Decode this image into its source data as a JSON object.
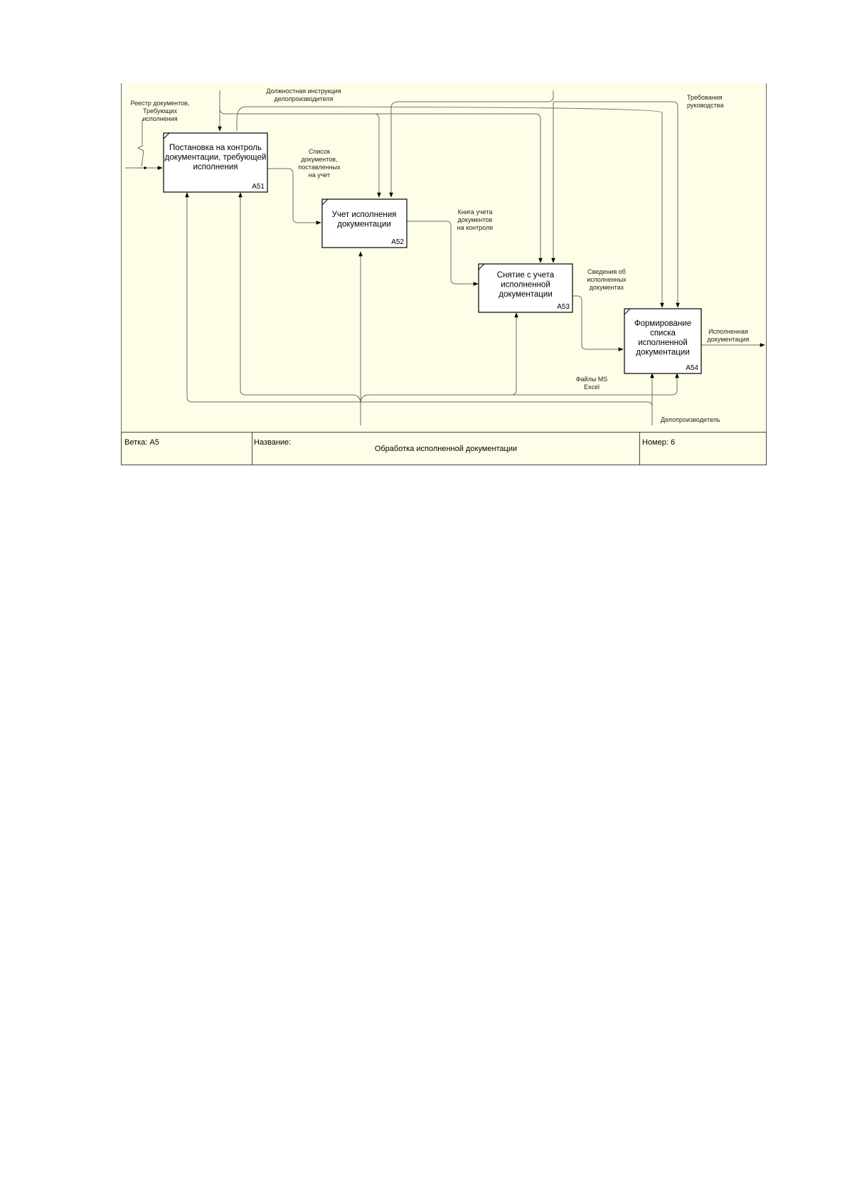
{
  "boxes": [
    {
      "id": "A51",
      "title": [
        "Постановка на контроль",
        "документации, требующей",
        "исполнения"
      ]
    },
    {
      "id": "A52",
      "title": [
        "Учет исполнения",
        "документации"
      ]
    },
    {
      "id": "A53",
      "title": [
        "Снятие с учета",
        "исполненной",
        "документации"
      ]
    },
    {
      "id": "A54",
      "title": [
        "Формирование",
        "списка",
        "исполненной",
        "документации"
      ]
    }
  ],
  "arrows": {
    "input_registry": [
      "Реестр документов,",
      "Требующих",
      "исполнения"
    ],
    "control_instruction": [
      "Должностная инструкция",
      "делопроизводителя"
    ],
    "control_requirements": [
      "Требования",
      "руководства"
    ],
    "list_documents": [
      "Список",
      "документов,",
      "поставленных",
      "на учет"
    ],
    "book": [
      "Книга учета",
      "документов",
      "на контроле"
    ],
    "info": [
      "Сведения об",
      "исполненных",
      "документах"
    ],
    "output": [
      "Исполненная",
      "документация"
    ],
    "mechanism_files": [
      "Файлы MS",
      "Excel"
    ],
    "mechanism_clerk": [
      "Делопроизводитель"
    ]
  },
  "frame": {
    "branch": "Ветка: А5",
    "name_label": "Название:",
    "name_value": "Обработка исполненной документации",
    "number": "Номер: 6"
  },
  "colors": {
    "background": "#fefee8",
    "box_fill": "#ffffff",
    "line": "#6a6a6a"
  }
}
